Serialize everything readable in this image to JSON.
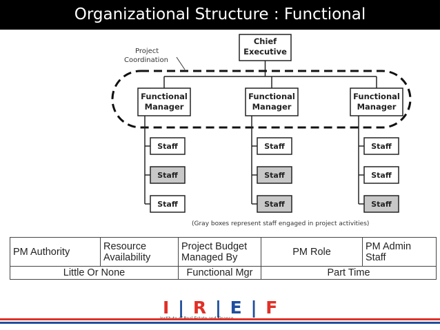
{
  "title": "Organizational Structure : Functional",
  "diagram": {
    "chief": [
      "Chief",
      "Executive"
    ],
    "coordination": [
      "Project",
      "Coordination"
    ],
    "manager": [
      "Functional",
      "Manager"
    ],
    "staff": "Staff",
    "note": "(Gray boxes represent staff engaged in project activities)"
  },
  "table": {
    "headers": [
      "PM Authority",
      "Resource Availability",
      "Project Budget Managed By",
      "PM Role",
      "PM Admin Staff"
    ],
    "values": [
      "Little Or None",
      "Functional Mgr",
      "Part Time"
    ]
  },
  "logo": {
    "letters": [
      "I",
      "R",
      "E",
      "F"
    ],
    "subtitle": "Institute of Real Estate and Finance"
  },
  "colors": {
    "gray_box": "#c8c8c8",
    "logo_red": "#e03027",
    "logo_blue": "#1f4e9c"
  }
}
